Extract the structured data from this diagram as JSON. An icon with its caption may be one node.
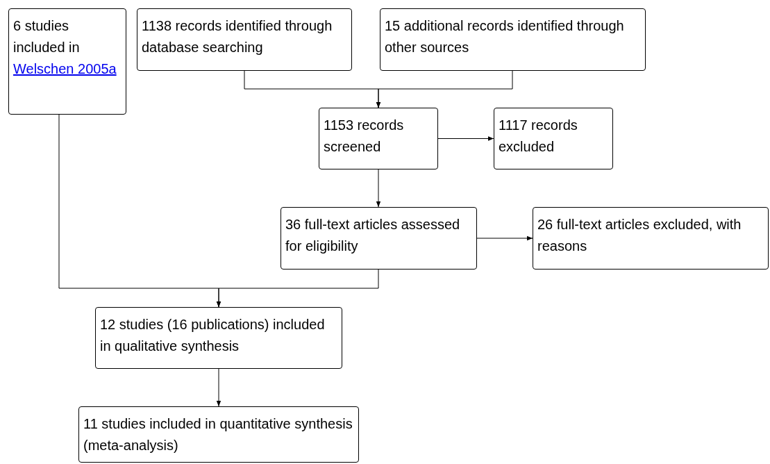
{
  "diagram": {
    "nodes": [
      {
        "text": [
          "6 studies included in",
          "Welschen 2005a"
        ]
      },
      {
        "text": [
          "1138 records identified through database searching"
        ]
      },
      {
        "text": [
          "15 additional records identified through other sources"
        ]
      },
      {
        "text": [
          "1153 records screened"
        ]
      },
      {
        "text": [
          "1117 records excluded"
        ]
      },
      {
        "text": [
          "36 full-text articles assessed for eligibility"
        ]
      },
      {
        "text": [
          "26 full-text articles excluded, with reasons"
        ]
      },
      {
        "text": [
          "12 studies (16 publications) included in qualitative synthesis"
        ]
      },
      {
        "text": [
          "11 studies included in quantitative synthesis (meta-analysis)"
        ]
      }
    ],
    "edges": [
      {
        "from": 1,
        "to": 3,
        "arrow": "to"
      },
      {
        "from": 2,
        "to": 3,
        "arrow": "to"
      },
      {
        "from": 3,
        "to": 4,
        "arrow": "to"
      },
      {
        "from": 3,
        "to": 5,
        "arrow": "to"
      },
      {
        "from": 5,
        "to": 6,
        "arrow": "to"
      },
      {
        "from": 0,
        "to": 7,
        "arrow": "to"
      },
      {
        "from": 5,
        "to": 7,
        "arrow": "to"
      },
      {
        "from": 7,
        "to": 8,
        "arrow": "to"
      }
    ]
  }
}
